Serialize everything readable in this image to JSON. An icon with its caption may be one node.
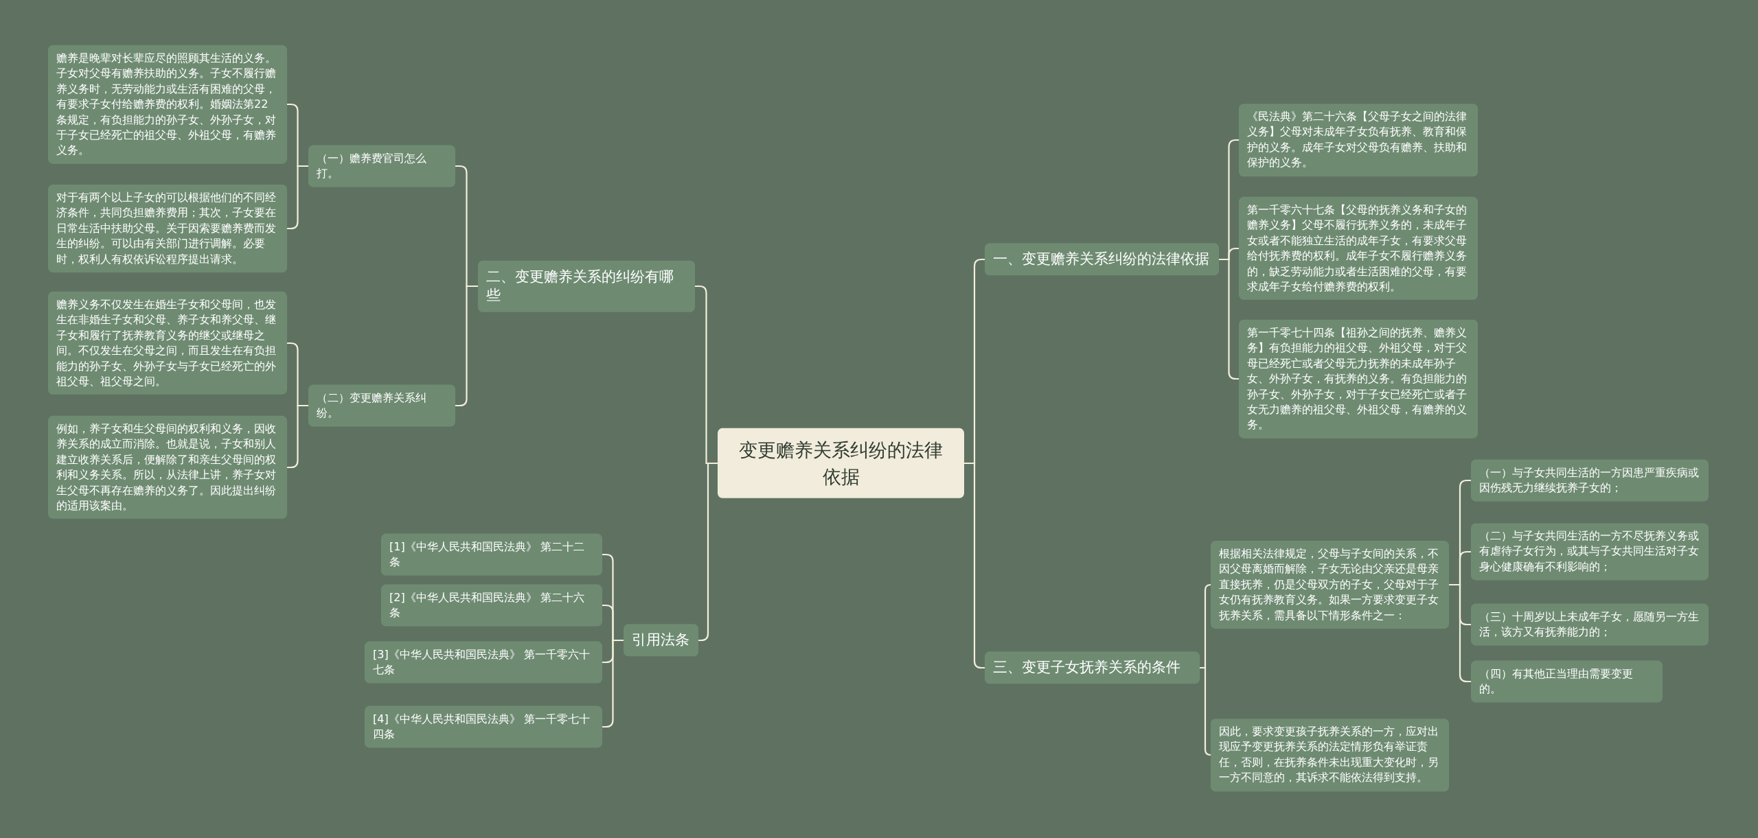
{
  "diagram": {
    "nodes": [
      {
        "text": [
          "变更赡养关系纠纷的法律依据"
        ]
      },
      {
        "text": [
          "一、变更赡养关系纠纷的法律依据"
        ]
      },
      {
        "text": [
          "《民法典》第二十六条【父母子女之间的法律义务】父母对未成年子女负有抚养、教育和保护的义务。成年子女对父母负有赡养、扶助和保护的义务。"
        ]
      },
      {
        "text": [
          "第一千零六十七条【父母的抚养义务和子女的赡养义务】父母不履行抚养义务的，未成年子女或者不能独立生活的成年子女，有要求父母给付抚养费的权利。成年子女不履行赡养义务的，缺乏劳动能力或者生活困难的父母，有要求成年子女给付赡养费的权利。"
        ]
      },
      {
        "text": [
          "第一千零七十四条【祖孙之间的抚养、赡养义务】有负担能力的祖父母、外祖父母，对于父母已经死亡或者父母无力抚养的未成年孙子女、外孙子女，有抚养的义务。有负担能力的孙子女、外孙子女，对于子女已经死亡或者子女无力赡养的祖父母、外祖父母，有赡养的义务。"
        ]
      },
      {
        "text": [
          "三、变更子女抚养关系的条件"
        ]
      },
      {
        "text": [
          "根据相关法律规定，父母与子女间的关系，不因父母离婚而解除，子女无论由父亲还是母亲直接抚养，仍是父母双方的子女，父母对于子女仍有抚养教育义务。如果一方要求变更子女抚养关系，需具备以下情形条件之一："
        ]
      },
      {
        "text": [
          "（一）与子女共同生活的一方因患严重疾病或因伤残无力继续抚养子女的；"
        ]
      },
      {
        "text": [
          "（二）与子女共同生活的一方不尽抚养义务或有虐待子女行为，或其与子女共同生活对子女身心健康确有不利影响的；"
        ]
      },
      {
        "text": [
          "（三）十周岁以上未成年子女，愿随另一方生活，该方又有抚养能力的；"
        ]
      },
      {
        "text": [
          "（四）有其他正当理由需要变更的。"
        ]
      },
      {
        "text": [
          "因此，要求变更孩子抚养关系的一方，应对出现应予变更抚养关系的法定情形负有举证责任，否则，在抚养条件未出现重大变化时，另一方不同意的，其诉求不能依法得到支持。"
        ]
      },
      {
        "text": [
          "二、变更赡养关系的纠纷有哪些"
        ]
      },
      {
        "text": [
          "（一）赡养费官司怎么打。"
        ]
      },
      {
        "text": [
          "赡养是晚辈对长辈应尽的照顾其生活的义务。子女对父母有赡养扶助的义务。子女不履行赡养义务时，无劳动能力或生活有困难的父母，有要求子女付给赡养费的权利。婚姻法第22条规定，有负担能力的孙子女、外孙子女，对于子女已经死亡的祖父母、外祖父母，有赡养义务。"
        ]
      },
      {
        "text": [
          "对于有两个以上子女的可以根据他们的不同经济条件，共同负担赡养费用；其次，子女要在日常生活中扶助父母。关于因索要赡养费而发生的纠纷。可以由有关部门进行调解。必要时，权利人有权依诉讼程序提出请求。"
        ]
      },
      {
        "text": [
          "（二）变更赡养关系纠纷。"
        ]
      },
      {
        "text": [
          "赡养义务不仅发生在婚生子女和父母间，也发生在非婚生子女和父母、养子女和养父母、继子女和履行了抚养教育义务的继父或继母之间。不仅发生在父母之间，而且发生在有负担能力的孙子女、外孙子女与子女已经死亡的外祖父母、祖父母之间。"
        ]
      },
      {
        "text": [
          "例如，养子女和生父母间的权利和义务，因收养关系的成立而消除。也就是说，子女和别人建立收养关系后，便解除了和亲生父母间的权利和义务关系。所以，从法律上讲，养子女对生父母不再存在赡养的义务了。因此提出纠纷的适用该案由。"
        ]
      },
      {
        "text": [
          "引用法条"
        ]
      },
      {
        "text": [
          "[1]《中华人民共和国民法典》 第二十二条"
        ]
      },
      {
        "text": [
          "[2]《中华人民共和国民法典》 第二十六条"
        ]
      },
      {
        "text": [
          "[3]《中华人民共和国民法典》 第一千零六十七条"
        ]
      },
      {
        "text": [
          "[4]《中华人民共和国民法典》 第一千零七十四条"
        ]
      }
    ],
    "edges": [
      {
        "from": 0,
        "to": 1,
        "arrow": "none"
      },
      {
        "from": 1,
        "to": 2,
        "arrow": "none"
      },
      {
        "from": 1,
        "to": 3,
        "arrow": "none"
      },
      {
        "from": 1,
        "to": 4,
        "arrow": "none"
      },
      {
        "from": 0,
        "to": 5,
        "arrow": "none"
      },
      {
        "from": 5,
        "to": 6,
        "arrow": "none"
      },
      {
        "from": 6,
        "to": 7,
        "arrow": "none"
      },
      {
        "from": 6,
        "to": 8,
        "arrow": "none"
      },
      {
        "from": 6,
        "to": 9,
        "arrow": "none"
      },
      {
        "from": 6,
        "to": 10,
        "arrow": "none"
      },
      {
        "from": 5,
        "to": 11,
        "arrow": "none"
      },
      {
        "from": 0,
        "to": 12,
        "arrow": "none"
      },
      {
        "from": 12,
        "to": 13,
        "arrow": "none"
      },
      {
        "from": 13,
        "to": 14,
        "arrow": "none"
      },
      {
        "from": 13,
        "to": 15,
        "arrow": "none"
      },
      {
        "from": 12,
        "to": 16,
        "arrow": "none"
      },
      {
        "from": 16,
        "to": 17,
        "arrow": "none"
      },
      {
        "from": 16,
        "to": 18,
        "arrow": "none"
      },
      {
        "from": 0,
        "to": 19,
        "arrow": "none"
      },
      {
        "from": 19,
        "to": 20,
        "arrow": "none"
      },
      {
        "from": 19,
        "to": 21,
        "arrow": "none"
      },
      {
        "from": 19,
        "to": 22,
        "arrow": "none"
      },
      {
        "from": 19,
        "to": 23,
        "arrow": "none"
      }
    ]
  }
}
